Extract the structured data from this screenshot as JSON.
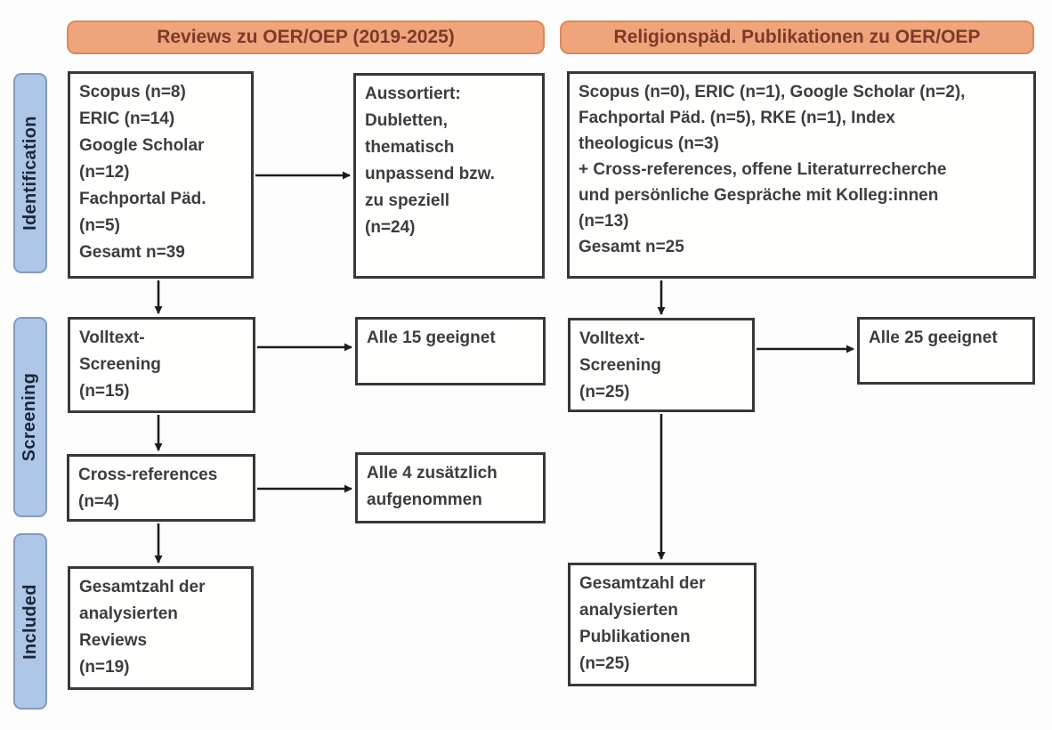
{
  "headers": {
    "left": "Reviews zu OER/OEP (2019-2025)",
    "right": "Religionspäd. Publikationen zu OER/OEP"
  },
  "stages": {
    "identification": "Identification",
    "screening": "Screening",
    "included": "Included"
  },
  "left_column": {
    "sources": "Scopus (n=8)\nERIC (n=14)\nGoogle Scholar\n(n=12)\nFachportal Päd.\n(n=5)\nGesamt n=39",
    "excluded": "Aussortiert:\nDubletten,\nthematisch\nunpassend bzw.\nzu speziell\n(n=24)",
    "fulltext_screening": "Volltext-\nScreening\n(n=15)",
    "fulltext_result": "Alle 15 geeignet",
    "cross_references": "Cross-references\n(n=4)",
    "cross_references_result": "Alle 4 zusätzlich\naufgenommen",
    "included_total": "Gesamtzahl der\nanalysierten\nReviews\n(n=19)"
  },
  "right_column": {
    "sources": "Scopus (n=0), ERIC (n=1), Google Scholar (n=2),\nFachportal Päd. (n=5), RKE (n=1), Index\ntheologicus (n=3)\n+ Cross-references, offene Literaturrecherche\nund persönliche Gespräche mit Kolleg:innen\n(n=13)\nGesamt n=25",
    "fulltext_screening": "Volltext-\nScreening\n(n=25)",
    "fulltext_result": "Alle 25 geeignet",
    "included_total": "Gesamtzahl der\nanalysierten\nPublikationen\n(n=25)"
  },
  "colors": {
    "header_fill": "#f0a47b",
    "header_border": "#d98a5c",
    "header_text": "#7b3a2a",
    "stage_fill": "#aec6e7",
    "stage_border": "#8599bd",
    "stage_text": "#1c2738",
    "box_border": "#383838",
    "box_text": "#3d3d3d",
    "arrow": "#1c1c1c"
  }
}
